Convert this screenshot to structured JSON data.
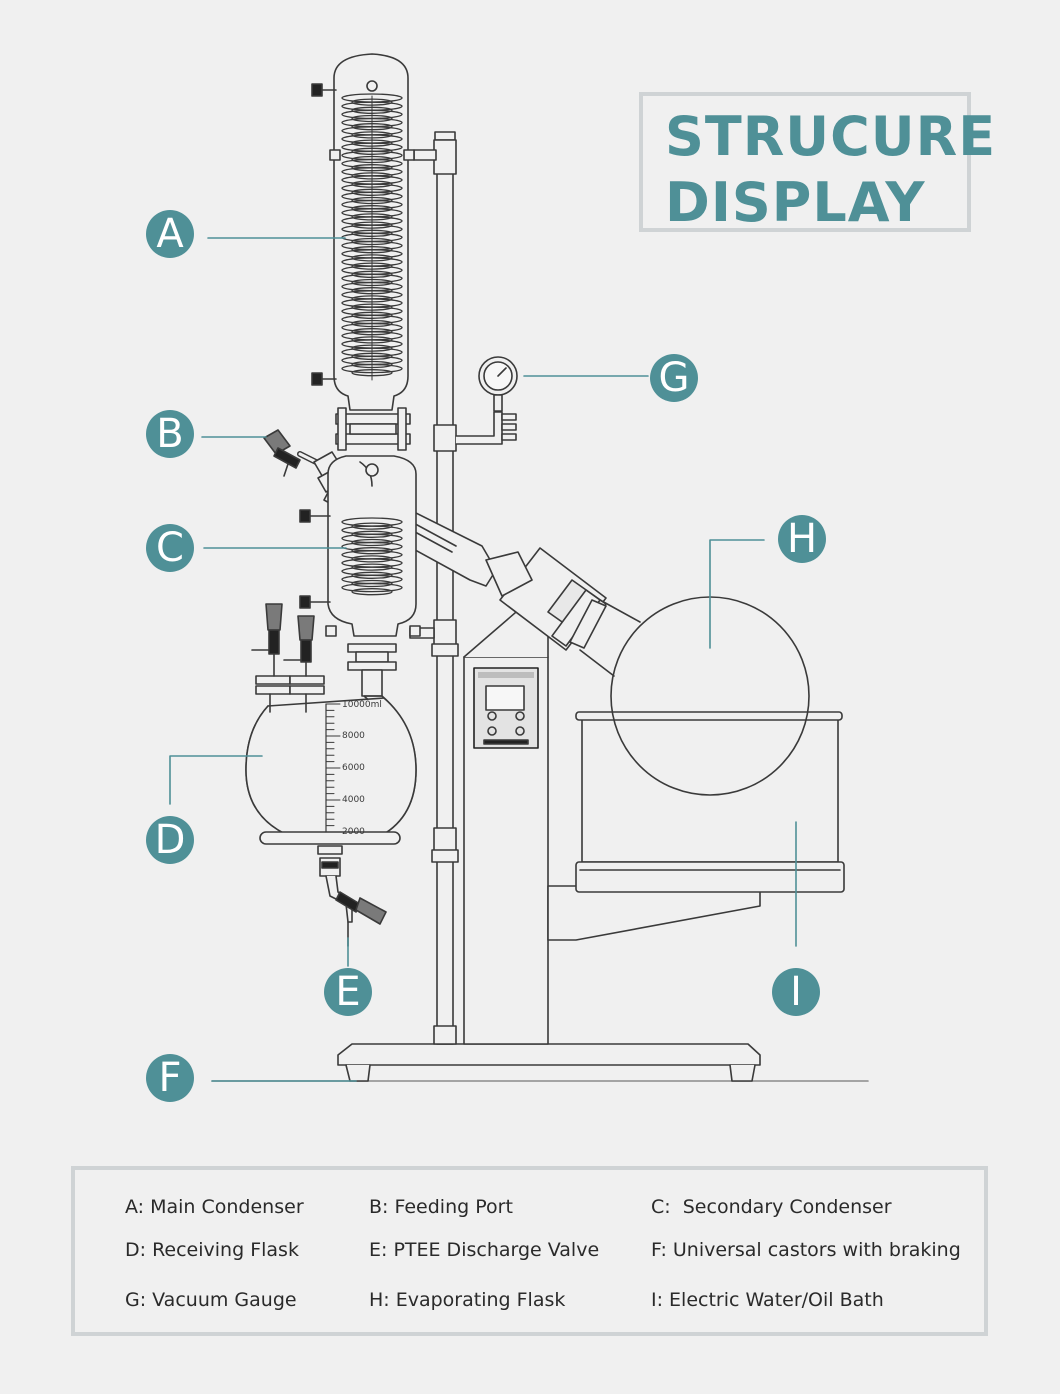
{
  "title": {
    "line1": "STRUCURE",
    "line2": "DISPLAY"
  },
  "colors": {
    "accent": "#4f9097",
    "frame": "#cfd3d5",
    "line": "#3a3a3a",
    "background": "#f0f0f0"
  },
  "markers": {
    "A": "A",
    "B": "B",
    "C": "C",
    "D": "D",
    "E": "E",
    "F": "F",
    "G": "G",
    "H": "H",
    "I": "I"
  },
  "scale": {
    "m10000": "10000ml",
    "m8000": "8000",
    "m6000": "6000",
    "m4000": "4000",
    "m2000": "2000"
  },
  "legend": {
    "A": "A: Main Condenser",
    "B": "B: Feeding Port",
    "C": "C:  Secondary Condenser",
    "D": "D: Receiving Flask",
    "E": "E: PTEE Discharge Valve",
    "F": "F: Universal castors with braking",
    "G": "G: Vacuum Gauge",
    "H": "H: Evaporating Flask",
    "I": "I: Electric Water/Oil Bath"
  }
}
